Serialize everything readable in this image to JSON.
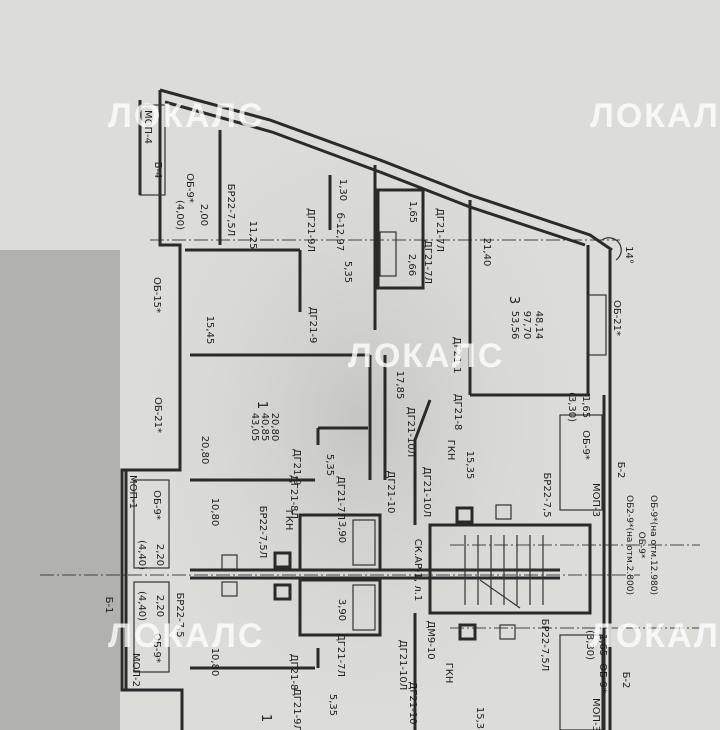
{
  "watermark": "ЛОКАЛС",
  "labels": [
    "МОП-4",
    "Б-4",
    "ОБ-9*",
    "2,00",
    "(4,00)",
    "БР22-7,5Л",
    "11,25",
    "1,30",
    "ДГ21-9Л",
    "б-12,97",
    "5,35",
    "1,65",
    "2,66",
    "ДГ21-7Л",
    "ДГ21-7Л",
    "21,40",
    "3",
    "48,14",
    "97,70",
    "53,56",
    "14°",
    "ОБ-21*",
    "ДГ21-1",
    "15,45",
    "ОБ-15*",
    "ДГ21-9",
    "17,85",
    "ОБ-21*",
    "1",
    "20,80",
    "40,85",
    "43,05",
    "20,80",
    "5,35",
    "ДГ21-9",
    "ДГ21-7Л",
    "ДГ21-8Л",
    "ДГ21-10",
    "ГКН",
    "3,90",
    "3,90",
    "10,80",
    "БР22-7,5Л",
    "МОП-1",
    "ОБ-9*",
    "2,20",
    "(4,40)",
    "Б-1",
    "2,20",
    "(4,40)",
    "ОБ-9*",
    "МОП-2",
    "БР22-7,5",
    "10,80",
    "ДГ21-8",
    "ДГ21-7Л",
    "ДГ21-9Л",
    "5,35",
    "ДГ21-10Л",
    "1",
    "ДГ21-8",
    "ДГ21-10Л",
    "15,35",
    "1,65",
    "(3,30)",
    "ОБ-9*",
    "Б-2",
    "БР22-7,5",
    "МОП-3",
    "СК.АР-1, л.1",
    "ДМ9-10",
    "ГКН",
    "ДГ21-10",
    "15,3",
    "ОБ-9*(на отм.12.980)",
    "ОБ-9*",
    "ОБ2-9*(на отм.2.800)",
    "1,65",
    "(3,30)",
    "ОБ-9*",
    "Б-2",
    "БР22-7,5Л",
    "МОП-3",
    "ГКН",
    "ДГ21-10Л"
  ]
}
